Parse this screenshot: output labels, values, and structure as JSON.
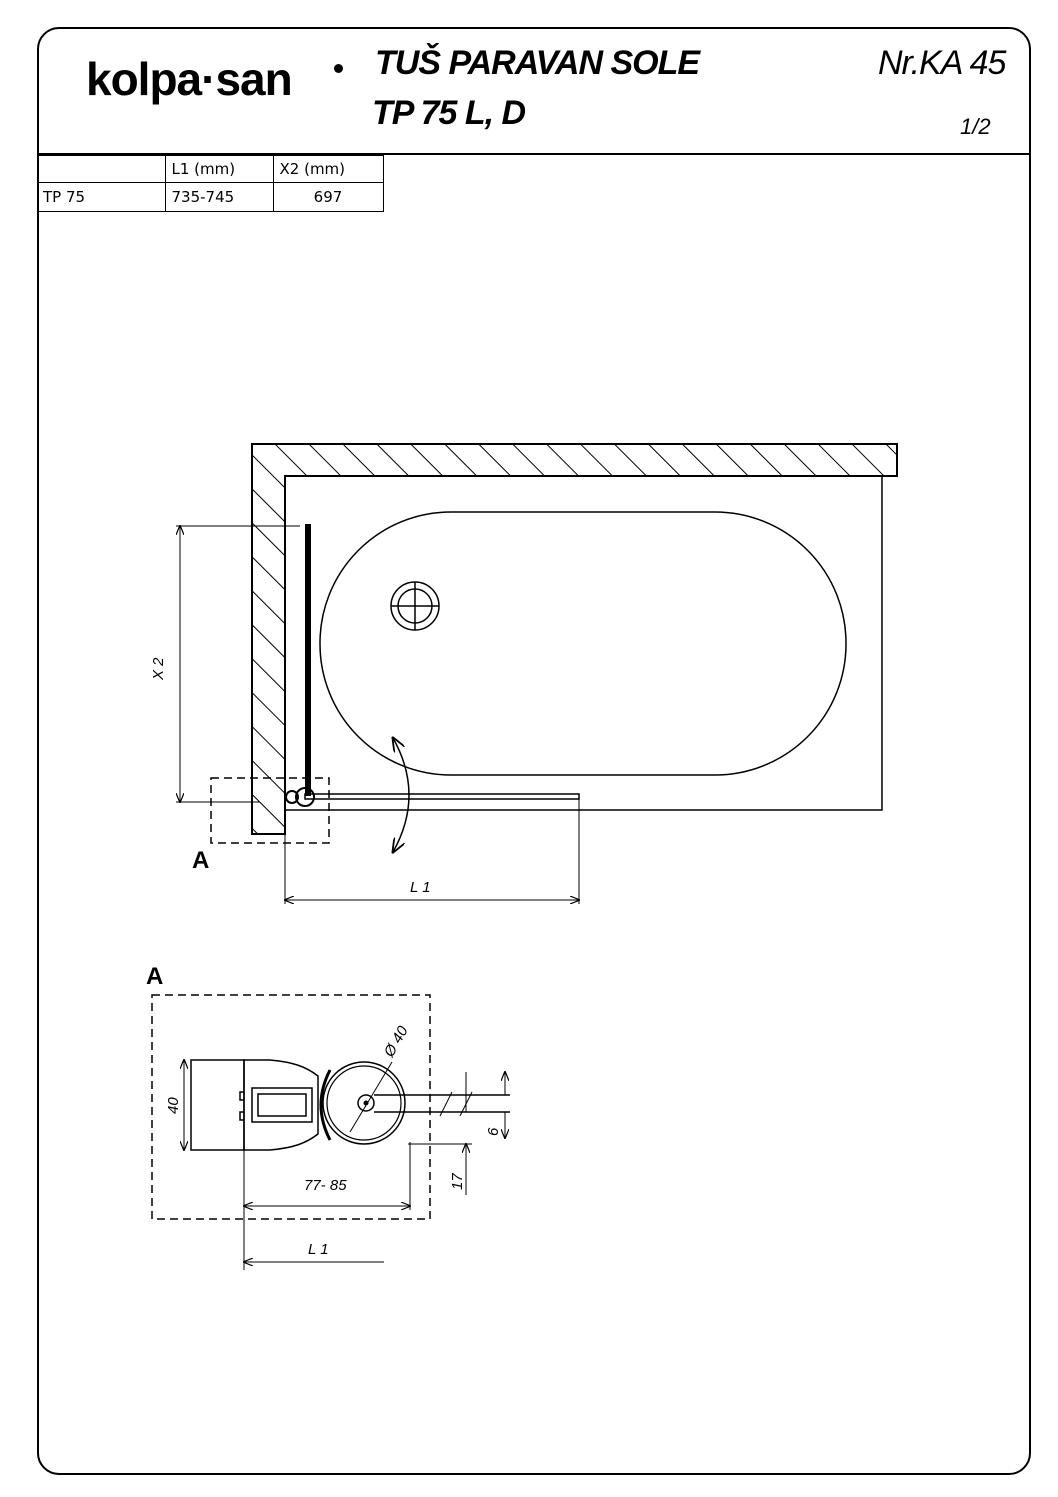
{
  "header": {
    "logo_text": "kolpa·san",
    "title": "TUŠ PARAVAN SOLE",
    "subtitle": "TP 75 L, D",
    "doc_number": "Nr.KA 45",
    "page": "1/2"
  },
  "spec_table": {
    "columns": [
      "",
      "L1 (mm)",
      "X2  (mm)"
    ],
    "rows": [
      {
        "model": "TP 75",
        "l1": "735-745",
        "x2": "697"
      }
    ]
  },
  "plan_view": {
    "dim_x2": "X 2",
    "dim_l1": "L 1",
    "detail_marker": "A"
  },
  "detail_view": {
    "title": "A",
    "dim_height": "40",
    "dim_diameter": "Ø 40",
    "dim_span": "77- 85",
    "dim_thickness": "6",
    "dim_offset": "17",
    "dim_l1": "L 1"
  }
}
